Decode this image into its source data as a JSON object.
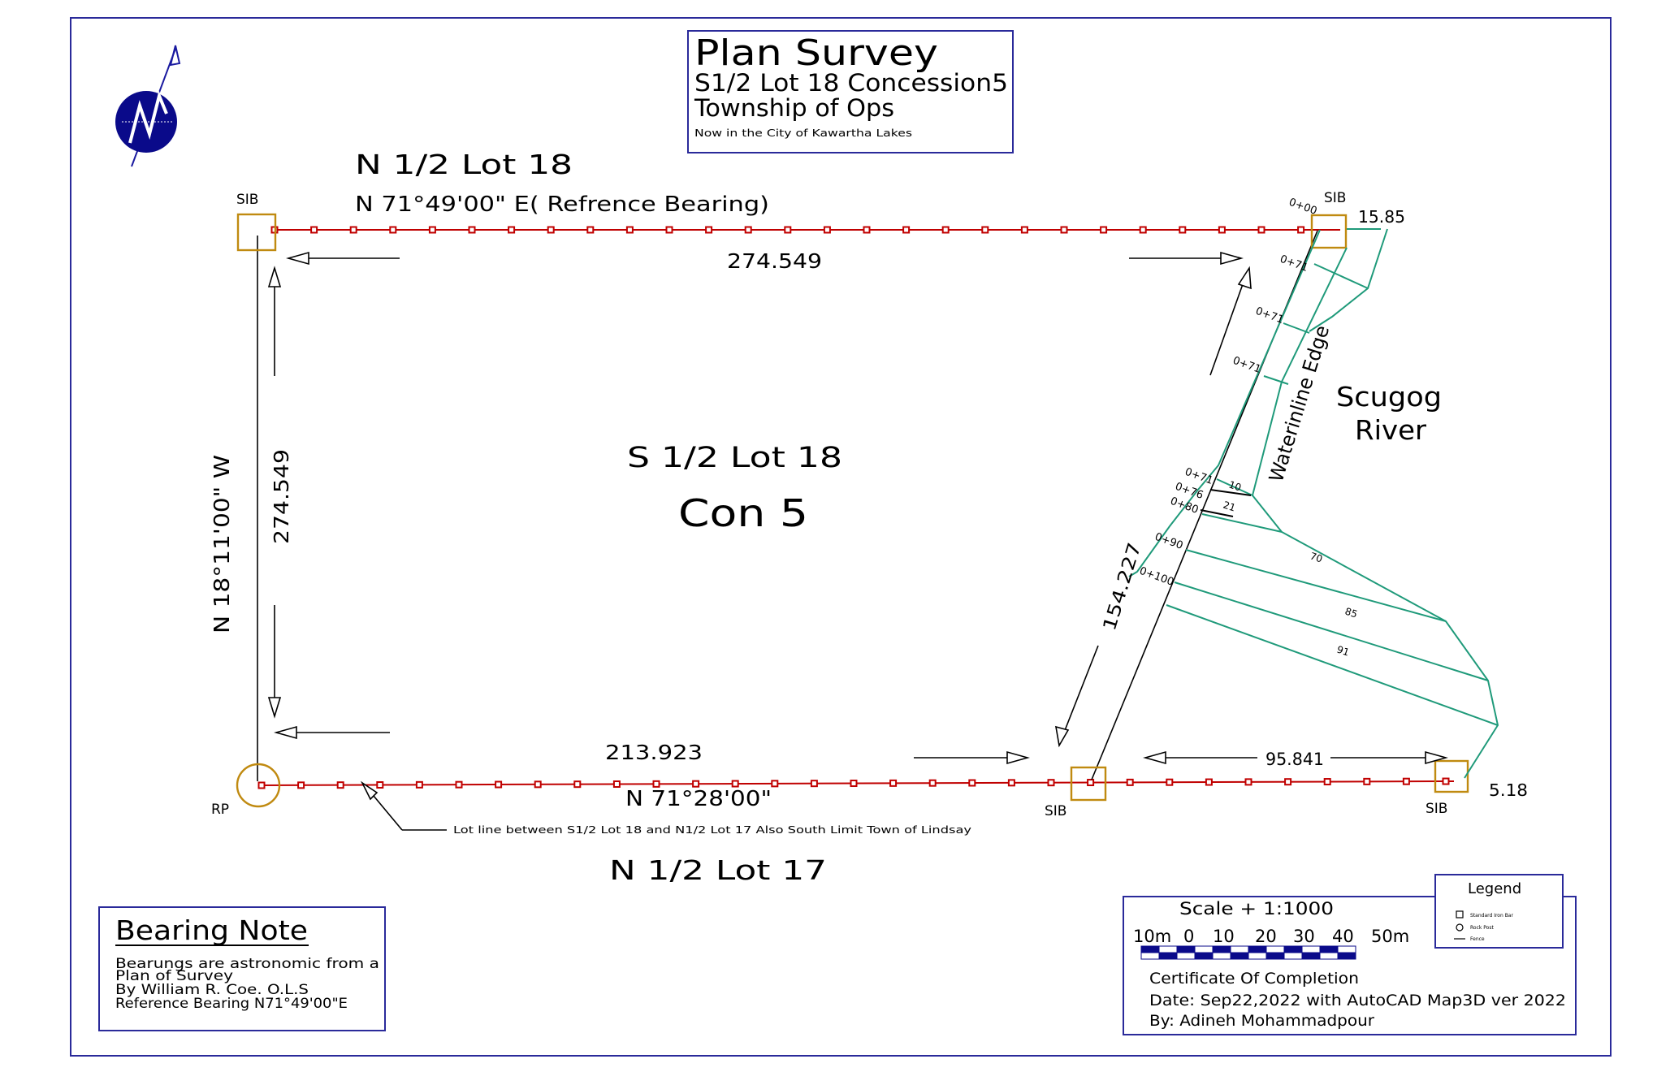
{
  "title_block": {
    "title": "Plan  Survey",
    "line2": "S1/2 Lot 18 Concession5",
    "line3": "Township of Ops",
    "line4": "Now in the City of Kawartha Lakes"
  },
  "north_arrow": {
    "icon": "north-arrow-icon"
  },
  "labels": {
    "n_half_lot18": "N 1/2  Lot 18",
    "top_bearing": "N 71°49'00\" E( Refrence Bearing)",
    "top_distance": "274.549",
    "west_bearing": "N 18°11'00\" W",
    "west_distance": "274.549",
    "parcel_line1": "S 1/2  Lot 18",
    "parcel_line2": "Con  5",
    "south_distance": "213.923",
    "south_bearing": "N 71°28'00\"",
    "n_half_lot17": "N 1/2  Lot 17",
    "lot_line_note": "Lot line between S1/2 Lot 18 and N1/2 Lot 17 Also South Limit Town of Lindsay",
    "diag_distance": "154.227",
    "se_distance": "95.841",
    "ne_offset": "15.85",
    "se_offset": "5.18",
    "river_line1": "Scugog",
    "river_line2": "River",
    "waterline": "Waterinline  Edge"
  },
  "markers": {
    "sib_nw": "SIB",
    "sib_ne": "SIB",
    "sib_s": "SIB",
    "sib_se": "SIB",
    "rp": "RP"
  },
  "stations": {
    "s0": "0+00",
    "s1": "0+71",
    "s2": "0+71",
    "s3": "0+71",
    "s4": "0+71",
    "s5": "0+76",
    "s6": "0+80",
    "s7": "0+90",
    "s8": "0+100"
  },
  "offsets": {
    "o1": "10",
    "o2": "21",
    "o3": "70",
    "o4": "85",
    "o5": "91"
  },
  "bearing_note": {
    "heading": "Bearing  Note",
    "line1": "Bearungs are astronomic from a",
    "line2": "Plan of Survey",
    "line3": "By William R. Coe. O.L.S",
    "line4": "Reference Bearing  N71°49'00\"E"
  },
  "scale": {
    "title": "Scale  +  1:1000",
    "ticks": [
      "10m",
      "0",
      "10",
      "20",
      "30",
      "40",
      "50m"
    ]
  },
  "certificate": {
    "line1": "Certificate Of Completion",
    "line2": "Date:  Sep22,2022  with AutoCAD  Map3D  ver  2022",
    "line3": "By:  Adineh  Mohammadpour"
  },
  "legend": {
    "heading": "Legend",
    "items": [
      {
        "icon": "square-iron-bar-icon",
        "label": "Standard Iron Bar"
      },
      {
        "icon": "circle-rock-post-icon",
        "label": "Rock Post"
      },
      {
        "icon": "fence-line-icon",
        "label": "Fence"
      }
    ]
  },
  "colors": {
    "frame": "#2a2a9a",
    "lot_line": "#c00000",
    "river_line": "#1f9a7a",
    "monument": "#c08a10"
  }
}
